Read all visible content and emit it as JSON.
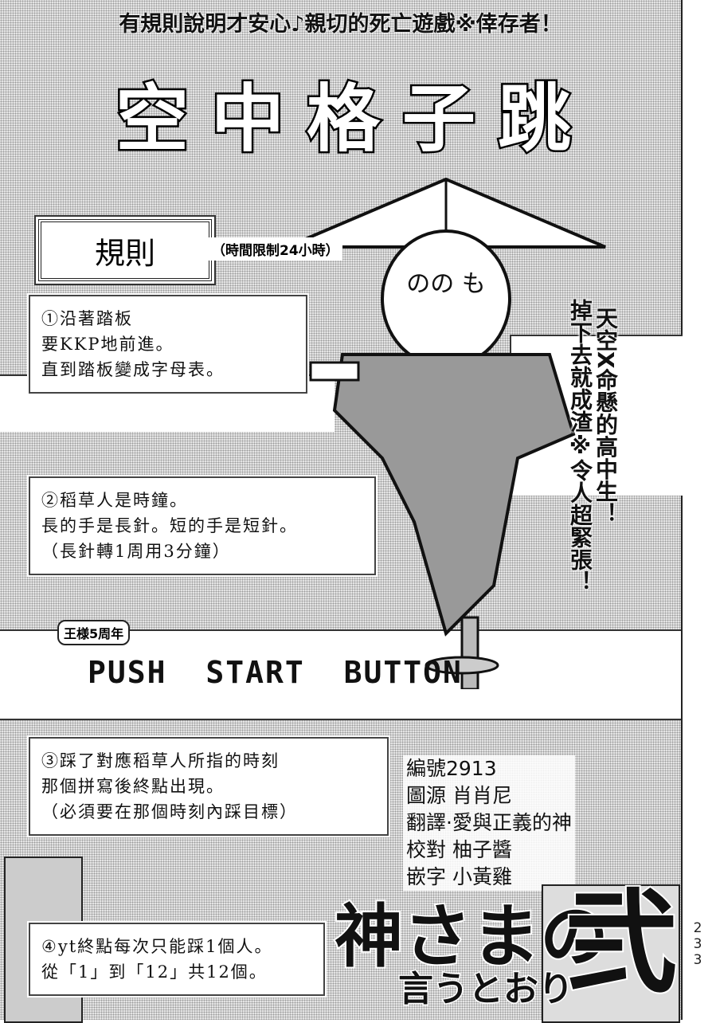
{
  "header_caption": "有規則說明才安心♪親切的死亡遊戲※倖存者！",
  "title": "空中格子跳",
  "rules_heading": "規則",
  "time_limit": "（時間限制24小時）",
  "rules": [
    {
      "lines": [
        "①沿著踏板",
        "要KKP地前進。",
        "直到踏板變成字母表。"
      ]
    },
    {
      "lines": [
        "②稻草人是時鐘。",
        "長的手是長針。短的手是短針。",
        "（長針轉1周用3分鐘）"
      ]
    },
    {
      "lines": [
        "③踩了對應稻草人所指的時刻",
        "那個拼寫後終點出現。",
        "（必須要在那個時刻內踩目標）"
      ]
    },
    {
      "lines": [
        "④yt終點每次只能踩1個人。",
        "從「1」到「12」共12個。"
      ]
    }
  ],
  "side_caption": [
    "天空X命懸的高中生！",
    "掉下去就成渣※令人超緊張！"
  ],
  "anniversary_badge": "王様5周年",
  "game_screen_text": "PUSH START BUTTON",
  "scarecrow_face_text": "のの も",
  "credits": [
    "編號2913",
    "圖源 肖肖尼",
    "翻譯·愛與正義的神",
    "校對 柚子醬",
    "嵌字 小黃雞"
  ],
  "series_logo": {
    "main": "神さまの",
    "sub": "言うとおり",
    "suffix": "弐"
  },
  "page_number": "233"
}
